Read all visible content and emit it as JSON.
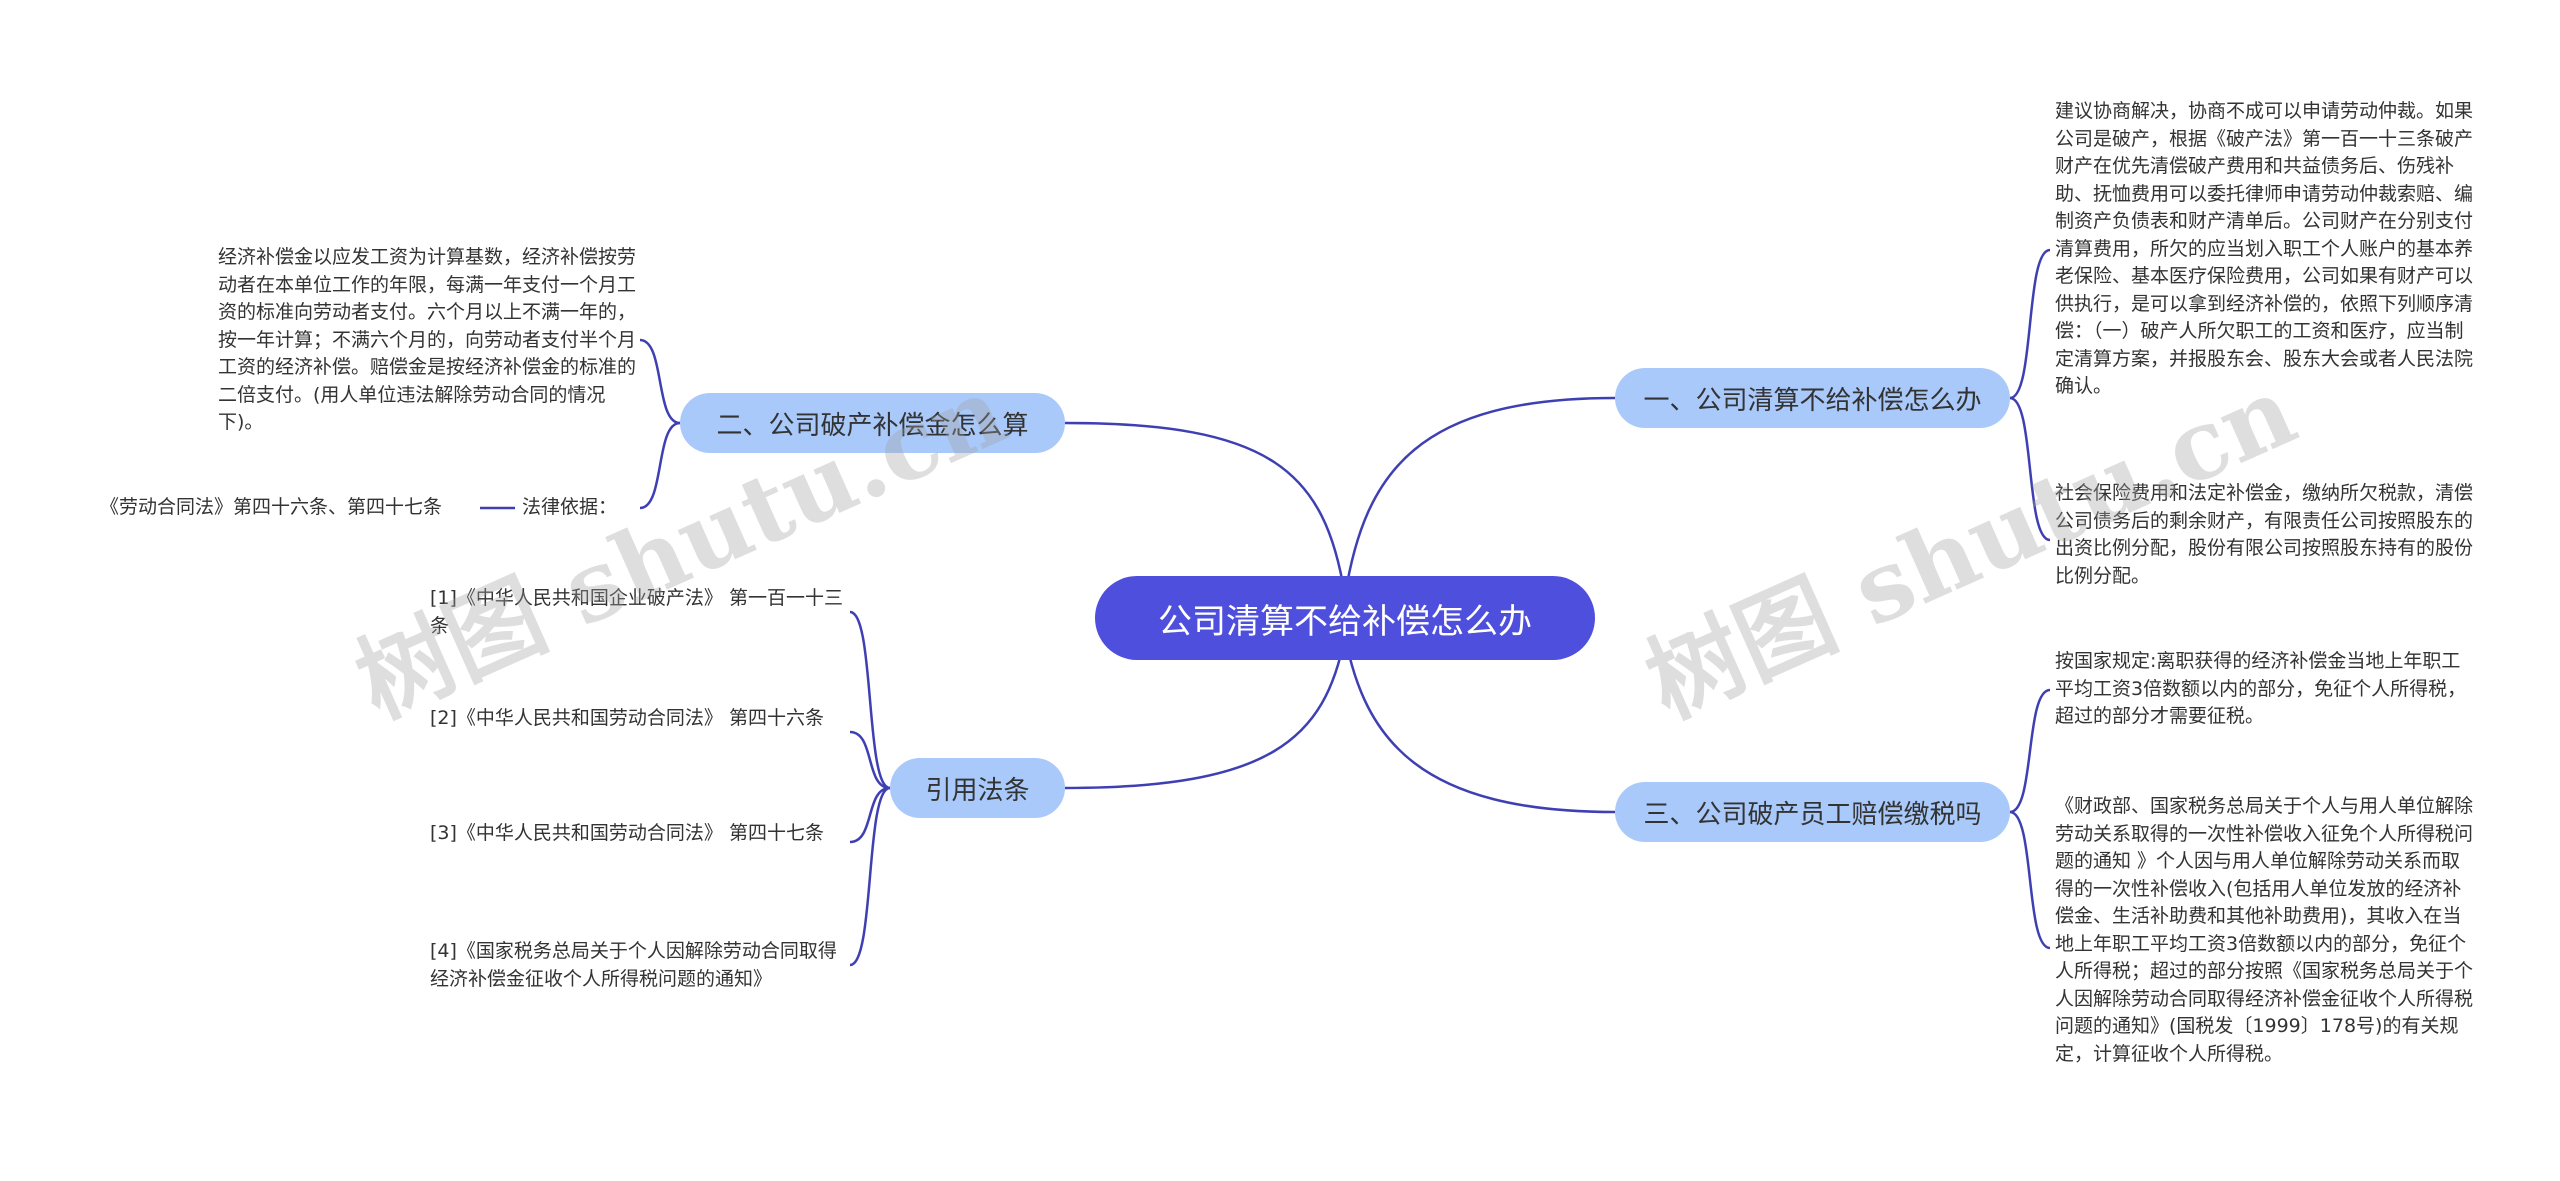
{
  "root": {
    "label": "公司清算不给补偿怎么办"
  },
  "branches": {
    "b1": {
      "label": "一、公司清算不给补偿怎么办",
      "leaves": [
        "建议协商解决，协商不成可以申请劳动仲裁。如果公司是破产，根据《破产法》第一百一十三条破产财产在优先清偿破产费用和共益债务后、伤残补助、抚恤费用可以委托律师申请劳动仲裁索赔、编制资产负债表和财产清单后。公司财产在分别支付清算费用，所欠的应当划入职工个人账户的基本养老保险、基本医疗保险费用，公司如果有财产可以供执行，是可以拿到经济补偿的，依照下列顺序清偿：（一）破产人所欠职工的工资和医疗，应当制定清算方案，并报股东会、股东大会或者人民法院确认。",
        "社会保险费用和法定补偿金，缴纳所欠税款，清偿公司债务后的剩余财产，有限责任公司按照股东的出资比例分配，股份有限公司按照股东持有的股份比例分配。"
      ]
    },
    "b2": {
      "label": "二、公司破产补偿金怎么算",
      "leaves": [
        "经济补偿金以应发工资为计算基数，经济补偿按劳动者在本单位工作的年限，每满一年支付一个月工资的标准向劳动者支付。六个月以上不满一年的，按一年计算；不满六个月的，向劳动者支付半个月工资的经济补偿。赔偿金是按经济补偿金的标准的二倍支付。(用人单位违法解除劳动合同的情况下)。",
        "法律依据："
      ],
      "subleaf": "《劳动合同法》第四十六条、第四十七条"
    },
    "b3": {
      "label": "三、公司破产员工赔偿缴税吗",
      "leaves": [
        "按国家规定:离职获得的经济补偿金当地上年职工平均工资3倍数额以内的部分，免征个人所得税，超过的部分才需要征税。",
        "《财政部、国家税务总局关于个人与用人单位解除劳动关系取得的一次性补偿收入征免个人所得税问题的通知 》个人因与用人单位解除劳动关系而取得的一次性补偿收入(包括用人单位发放的经济补偿金、生活补助费和其他补助费用)，其收入在当地上年职工平均工资3倍数额以内的部分，免征个人所得税；超过的部分按照《国家税务总局关于个人因解除劳动合同取得经济补偿金征收个人所得税问题的通知》(国税发〔1999〕178号)的有关规定，计算征收个人所得税。"
      ]
    },
    "b4": {
      "label": "引用法条",
      "leaves": [
        "[1]《中华人民共和国企业破产法》 第一百一十三条",
        "[2]《中华人民共和国劳动合同法》 第四十六条",
        "[3]《中华人民共和国劳动合同法》 第四十七条",
        "[4]《国家税务总局关于个人因解除劳动合同取得经济补偿金征收个人所得税问题的通知》"
      ]
    }
  },
  "watermark": "树图 shutu.cn",
  "colors": {
    "root_bg": "#4f4fdd",
    "branch_bg": "#a9c9fb",
    "line": "#3f3fb4"
  }
}
